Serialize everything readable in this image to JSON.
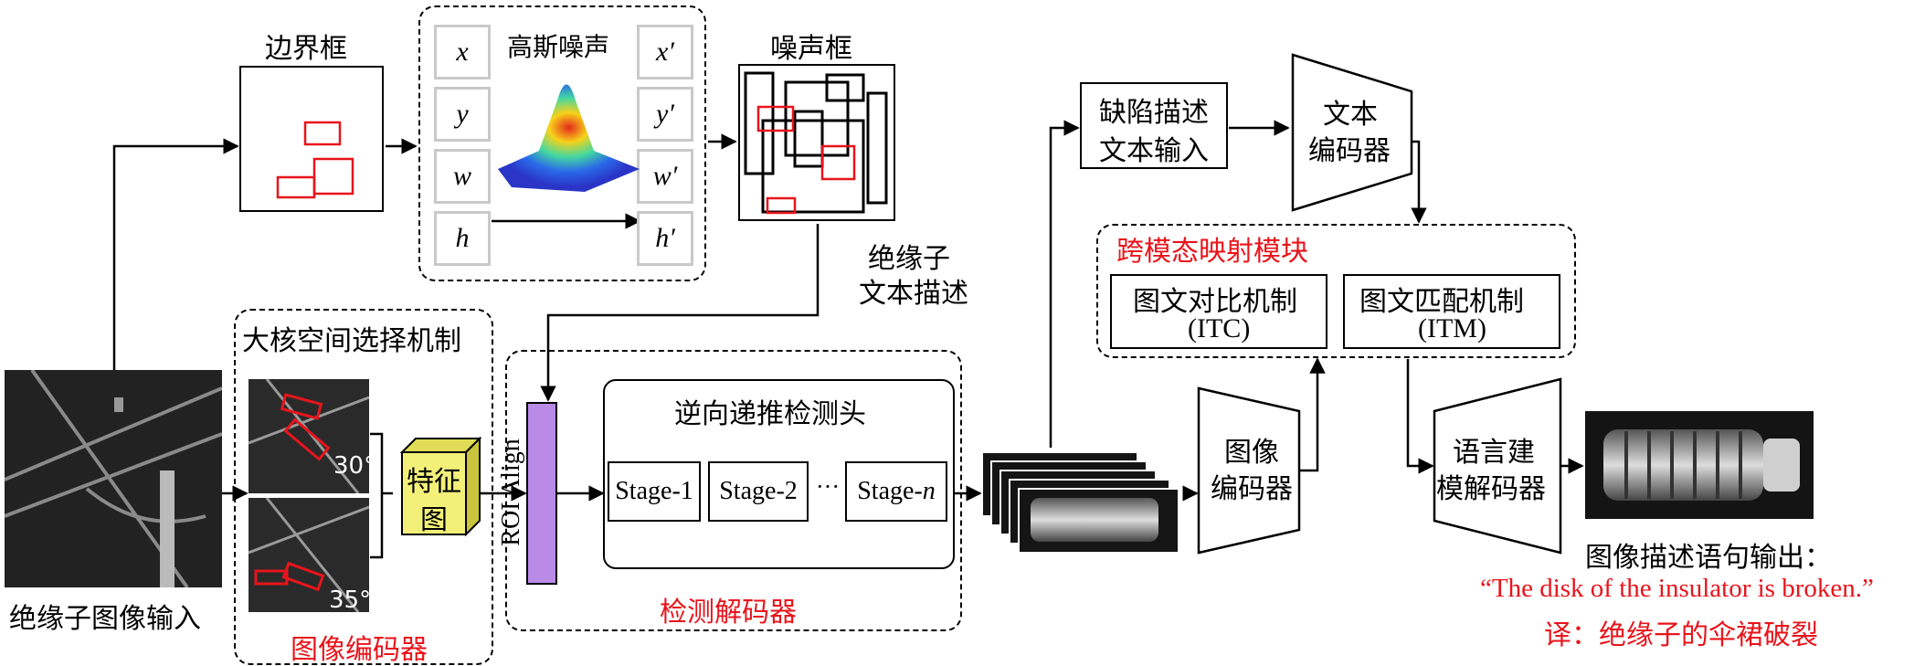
{
  "labels": {
    "bbox_title": "边界框",
    "gauss_title": "高斯噪声",
    "noise_title": "噪声框",
    "params": [
      "x",
      "y",
      "w",
      "h"
    ],
    "params_prime": [
      "x′",
      "y′",
      "w′",
      "h′"
    ],
    "insulator_text_1": "绝缘子",
    "insulator_text_2": "文本描述",
    "lk_title": "大核空间选择机制",
    "angle_1": "30°",
    "angle_2": "35°",
    "feature_1": "特征",
    "feature_2": "图",
    "image_encoder_left": "图像编码器",
    "input_label": "绝缘子图像输入",
    "roi": "ROI Align",
    "det_head": "逆向递推检测头",
    "stage1": "Stage-1",
    "stage2": "Stage-2",
    "stage_dots": "···",
    "stagen_prefix": "Stage-",
    "stagen_n": "n",
    "det_decoder": "检测解码器",
    "defect_text_1": "缺陷描述",
    "defect_text_2": "文本输入",
    "text_enc_1": "文本",
    "text_enc_2": "编码器",
    "cross_modal": "跨模态映射模块",
    "itc_1": "图文对比机制",
    "itc_2": "(ITC)",
    "itm_1": "图文匹配机制",
    "itm_2": "(ITM)",
    "img_enc_1": "图像",
    "img_enc_2": "编码器",
    "lang_1": "语言建",
    "lang_2": "模解码器",
    "output_label": "图像描述语句输出：",
    "output_en": "“The disk of the insulator is broken.”",
    "output_cn": "译：绝缘子的伞裙破裂"
  },
  "colors": {
    "red": "#e8141b",
    "feature_yellow": "#f3f07a",
    "roi_purple": "#b98ae6"
  }
}
